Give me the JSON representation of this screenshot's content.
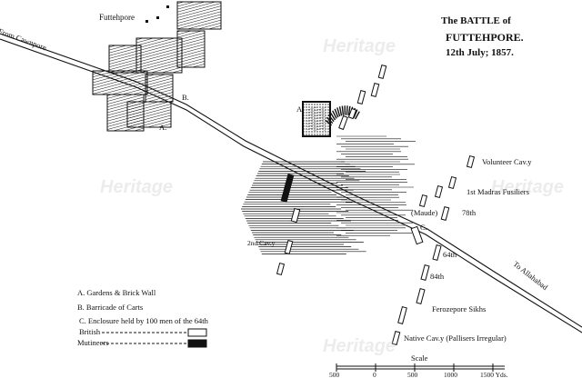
{
  "title": {
    "line1": "The BATTLE of",
    "line2": "FUTTEHPORE.",
    "line3": "12th July; 1857."
  },
  "places": {
    "town": "Futtehpore",
    "from": "From Cawnpore",
    "to": "To Allahabad"
  },
  "markers": {
    "a_town": "A.",
    "b_town": "B.",
    "a_garden": "A",
    "c_enclosure": "C."
  },
  "units": {
    "volunteer": "Volunteer Cav.y",
    "madras": "1st Madras Fusiliers",
    "maude": "(Maude)",
    "h78": "78th",
    "h64": "64th",
    "h84": "84th",
    "sikhs": "Ferozepore Sikhs",
    "native": "Native Cav.y (Pallisers Irregular)",
    "cav2": "2nd Cav.y"
  },
  "legend": {
    "a": "A. Gardens & Brick Wall",
    "b": "B.   Barricade of Carts",
    "c": "C.  Enclosure held by 100 men of the 64th",
    "british": "British",
    "mutineers": "Mutineers"
  },
  "scale": {
    "title": "Scale",
    "ticks": [
      "500",
      "0",
      "500",
      "1000",
      "1500 Yds."
    ]
  },
  "watermark": "Heritage",
  "colors": {
    "ink": "#111111",
    "paper": "#ffffff"
  }
}
